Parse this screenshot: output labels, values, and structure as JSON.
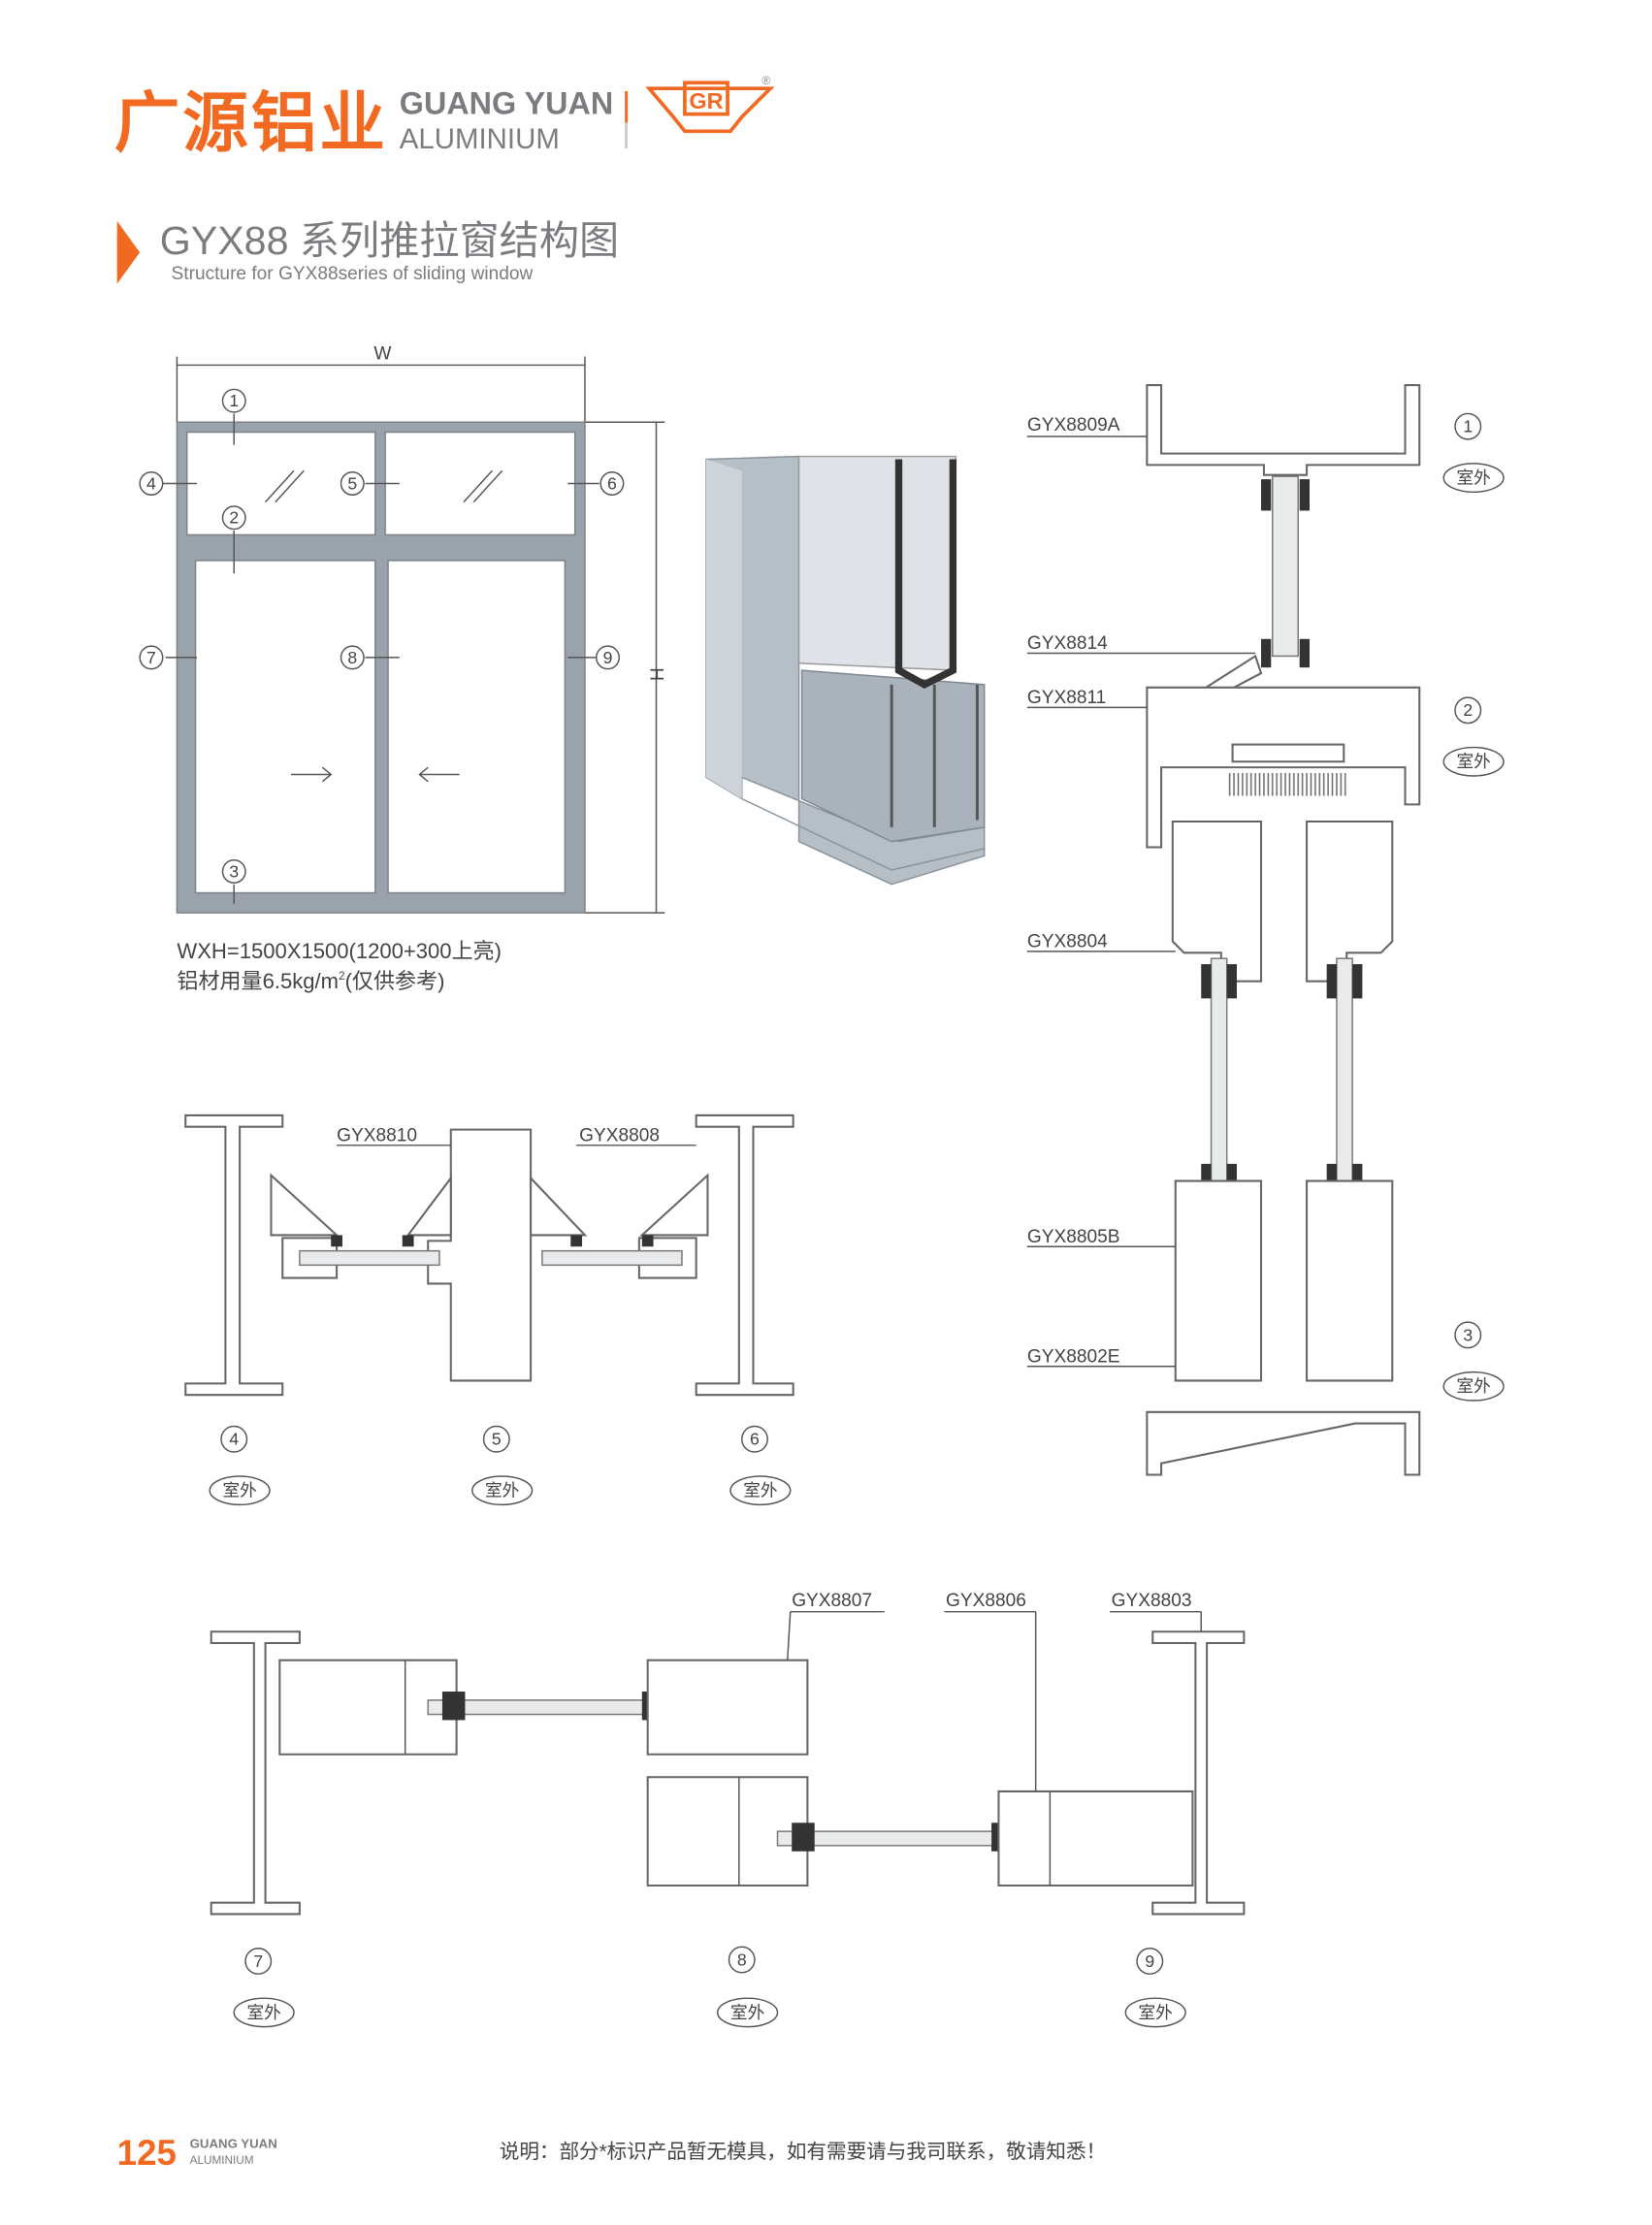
{
  "header": {
    "brand_cn": "广源铝业",
    "brand_en_top": "GUANG YUAN",
    "brand_en_bottom": "ALUMINIUM",
    "logo_text": "GR",
    "registered": "®"
  },
  "title": {
    "main": "GYX88 系列推拉窗结构图",
    "sub": "Structure for GYX88series of sliding window"
  },
  "elevation": {
    "width_label": "W",
    "height_label": "H",
    "spec_line1": "WXH=1500X1500(1200+300上亮)",
    "spec_line2_prefix": "铝材用量6.5kg/m",
    "spec_sup": "2",
    "spec_line2_suffix": "(仅供参考)"
  },
  "markers": [
    "1",
    "2",
    "3",
    "4",
    "5",
    "6",
    "7",
    "8",
    "9"
  ],
  "outside_label": "室外",
  "vertical_section": {
    "parts": [
      "GYX8809A",
      "GYX8814",
      "GYX8811",
      "GYX8804",
      "GYX8805B",
      "GYX8802E"
    ]
  },
  "transom_section": {
    "parts": [
      "GYX8810",
      "GYX8808"
    ]
  },
  "sash_section": {
    "parts": [
      "GYX8807",
      "GYX8806",
      "GYX8803"
    ]
  },
  "footer": {
    "page_number": "125",
    "brand_top": "GUANG YUAN",
    "brand_bottom": "ALUMINIUM",
    "note": "说明：部分*标识产品暂无模具，如有需要请与我司联系，敬请知悉！"
  },
  "colors": {
    "brand_orange": "#f26a21",
    "text_gray": "#7a7c7f",
    "profile_gray": "#9aa3ab"
  }
}
